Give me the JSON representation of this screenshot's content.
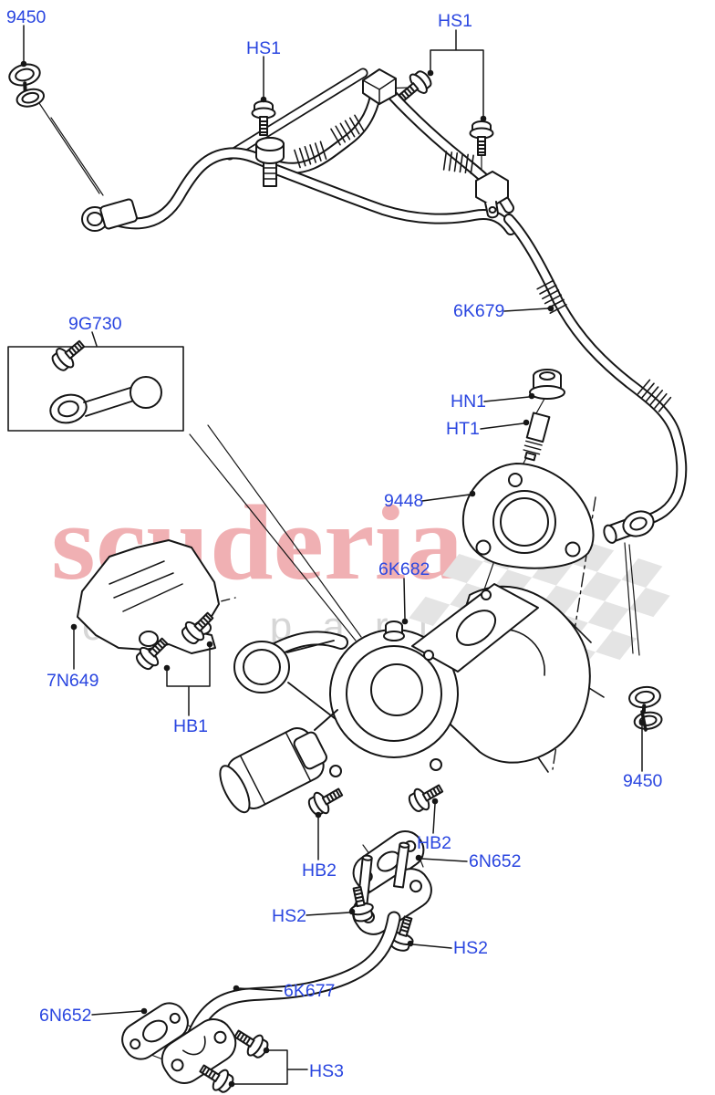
{
  "page": {
    "background": "#ffffff",
    "type": "exploded-parts-diagram",
    "subject": "turbocharger with oil feed and drain pipes"
  },
  "colors": {
    "label_blue": "#2a46e0",
    "line": "#161616",
    "watermark_pink": "#f0b0b3",
    "watermark_gray": "#d6d6d6",
    "checker_gray": "#e4e4e4"
  },
  "watermark": {
    "brand_word": "scuderia",
    "brand_sub": "car parts"
  },
  "labels": {
    "p9450_a": "9450",
    "hs1_a": "HS1",
    "hs1_b": "HS1",
    "p6k679": "6K679",
    "p9g730": "9G730",
    "hn1": "HN1",
    "ht1": "HT1",
    "p9448": "9448",
    "p6k682": "6K682",
    "p7n649": "7N649",
    "hb1": "HB1",
    "hb2_right": "HB2",
    "p6n652_a": "6N652",
    "hb2_left": "HB2",
    "hs2_a": "HS2",
    "hs2_b": "HS2",
    "p6k677": "6K677",
    "p6n652_b": "6N652",
    "hs3": "HS3",
    "p9450_b": "9450"
  }
}
